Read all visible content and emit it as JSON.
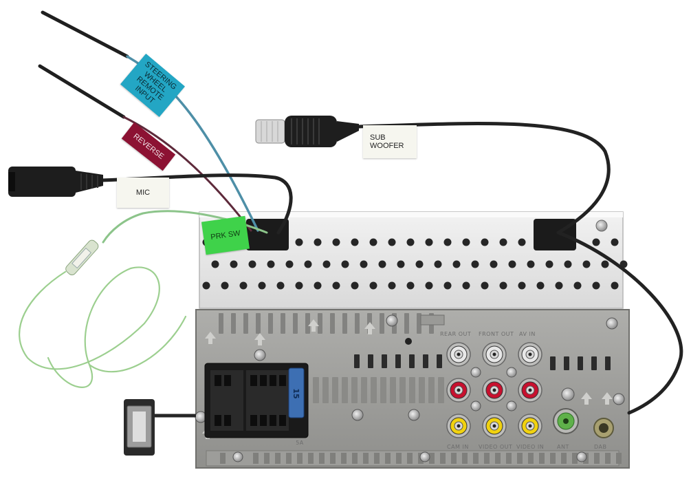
{
  "labels": {
    "steering": "STEERING\nWHEEL\nREMOTE\nINPUT",
    "reverse": "REVERSE",
    "mic": "MIC",
    "prk_sw": "PRK SW",
    "subwoofer": "SUB\nWOOFER"
  },
  "panel_labels": {
    "rear_out": "REAR OUT",
    "front_out": "FRONT OUT",
    "av_in": "AV IN",
    "cam_in": "CAM IN",
    "video_out": "VIDEO OUT",
    "video_in": "VIDEO IN",
    "ant": "ANT",
    "dab": "DAB",
    "iso_fuse": "15",
    "fuse_rating": "5A",
    "usb": "USB"
  },
  "colors": {
    "steering_tag": "#23a6c4",
    "reverse_tag": "#8c1233",
    "prk_tag": "#3fd24a",
    "rca_white": "#e8e8e8",
    "rca_red": "#c8102e",
    "rca_yellow": "#f1d20f",
    "fuse_blue": "#3d6fb3"
  }
}
